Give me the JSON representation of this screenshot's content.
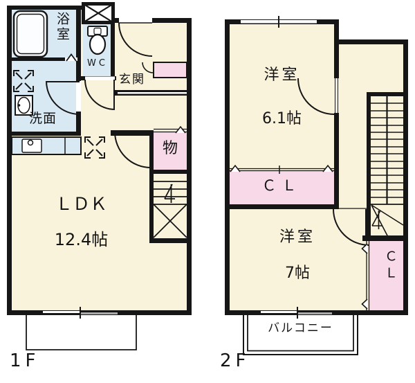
{
  "palette": {
    "wall": "#161616",
    "room_floor": "#faf3dc",
    "wet_area": "#d9e9f4",
    "closet_pink": "#f8d9e8",
    "window_gray": "#aaaaaa",
    "background": "#ffffff"
  },
  "floor1": {
    "label": "1F",
    "rooms": {
      "bath": "浴室",
      "wc": "WC",
      "entrance": "玄関",
      "washroom": "洗面",
      "ldk": "ＬＤＫ",
      "ldk_size": "12.4帖",
      "storage": "物"
    }
  },
  "floor2": {
    "label": "2F",
    "rooms": {
      "bedroom1": "洋室",
      "bedroom1_size": "6.1帖",
      "closet1": "ＣＬ",
      "bedroom2": "洋室",
      "bedroom2_size": "7帖",
      "closet2": "ＣＬ",
      "balcony": "バルコニー"
    }
  },
  "icons": {
    "bathtub": "rounded-rect-outline",
    "toilet": "tank-and-bowl-outline",
    "washbasin": "rect-with-oval",
    "washer_pan": "corner-bracket-x-square",
    "kitchen_counter": "counter-with-sink-circle",
    "pipe_shaft": "crossed-box",
    "door": "quarter-circle-arc",
    "folding_door": "chevron-marks",
    "window": "white-gray-double-line",
    "stairs": "tread-lines-with-up-arrow"
  }
}
